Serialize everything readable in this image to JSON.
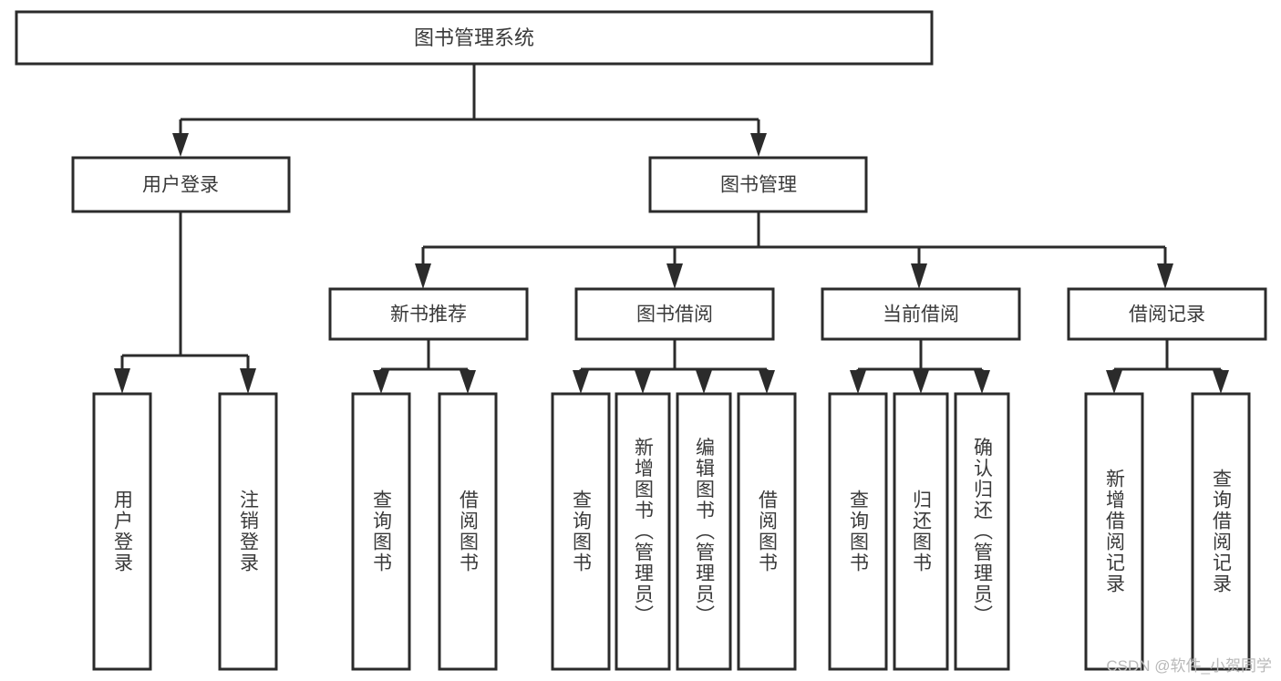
{
  "diagram": {
    "title_box": {
      "label": "图书管理系统"
    },
    "level2": [
      {
        "id": "user-login",
        "label": "用户登录"
      },
      {
        "id": "book-manage",
        "label": "图书管理"
      }
    ],
    "level3": [
      {
        "id": "new-book-recommend",
        "label": "新书推荐"
      },
      {
        "id": "book-borrow",
        "label": "图书借阅"
      },
      {
        "id": "current-borrow",
        "label": "当前借阅"
      },
      {
        "id": "borrow-record",
        "label": "借阅记录"
      }
    ],
    "leaves": {
      "user_login": [
        {
          "id": "leaf-user-login",
          "label": "用户登录"
        },
        {
          "id": "leaf-logout-login",
          "label": "注销登录"
        }
      ],
      "new_book_recommend": [
        {
          "id": "leaf-query-book-1",
          "label": "查询图书"
        },
        {
          "id": "leaf-borrow-book-1",
          "label": "借阅图书"
        }
      ],
      "book_borrow": [
        {
          "id": "leaf-query-book-2",
          "label": "查询图书"
        },
        {
          "id": "leaf-add-book",
          "label": "新增图书（管理员）"
        },
        {
          "id": "leaf-edit-book",
          "label": "编辑图书（管理员）"
        },
        {
          "id": "leaf-borrow-book-2",
          "label": "借阅图书"
        }
      ],
      "current_borrow": [
        {
          "id": "leaf-query-book-3",
          "label": "查询图书"
        },
        {
          "id": "leaf-return-book",
          "label": "归还图书"
        },
        {
          "id": "leaf-confirm-return",
          "label": "确认归还（管理员）"
        }
      ],
      "borrow_record": [
        {
          "id": "leaf-add-record",
          "label": "新增借阅记录"
        },
        {
          "id": "leaf-query-record",
          "label": "查询借阅记录"
        }
      ]
    }
  },
  "watermark": {
    "text": "CSDN @软件_小贺同学"
  },
  "colors": {
    "box_fill": "#ffffff",
    "box_stroke": "#2b2b2b",
    "text": "#3a3a3a",
    "watermark": "#b9b9b9",
    "background": "#ffffff"
  }
}
